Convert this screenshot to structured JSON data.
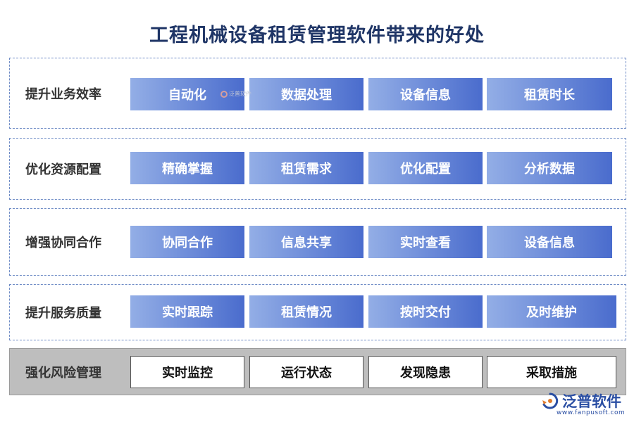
{
  "title": "工程机械设备租赁管理软件带来的好处",
  "rows": [
    {
      "label": "提升业务效率",
      "items": [
        "自动化",
        "数据处理",
        "设备信息",
        "租赁时长"
      ]
    },
    {
      "label": "优化资源配置",
      "items": [
        "精确掌握",
        "租赁需求",
        "优化配置",
        "分析数据"
      ]
    },
    {
      "label": "增强协同合作",
      "items": [
        "协同合作",
        "信息共享",
        "实时查看",
        "设备信息"
      ]
    },
    {
      "label": "提升服务质量",
      "items": [
        "实时跟踪",
        "租赁情况",
        "按时交付",
        "及时维护"
      ]
    },
    {
      "label": "强化风险管理",
      "items": [
        "实时监控",
        "运行状态",
        "发现隐患",
        "采取措施"
      ]
    }
  ],
  "watermark": {
    "text": "泛普软件"
  },
  "logo": {
    "name": "泛普软件",
    "url": "www.fanpusoft.com"
  },
  "colors": {
    "title": "#1f3566",
    "box_start": "#93aee6",
    "box_end": "#4a6ccd",
    "gray_row": "#bebebe"
  }
}
